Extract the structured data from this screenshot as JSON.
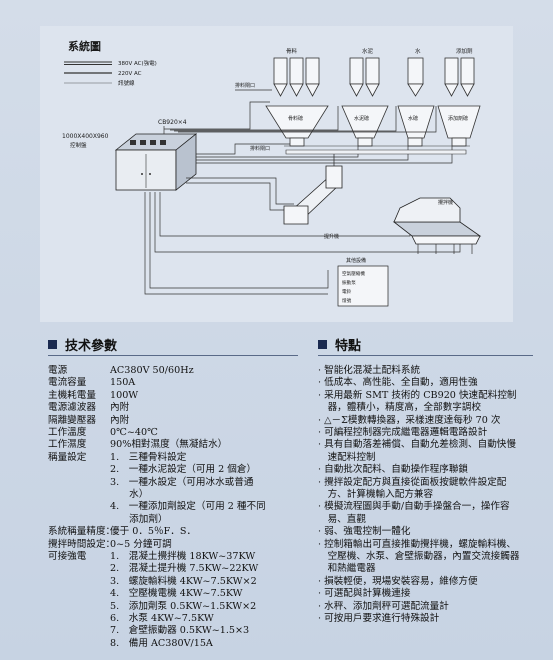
{
  "diagram": {
    "title": "系統圖",
    "legend": [
      {
        "label": "380V AC(強電)",
        "style": "double"
      },
      {
        "label": "220V AC",
        "style": "single"
      },
      {
        "label": "訊號線",
        "style": "thin"
      }
    ],
    "controller_size": "1000X400X960",
    "controller_label": "控制盤",
    "cb_label": "CB920×4",
    "feed_port_top": "排料閘口",
    "feed_port_mid": "排料閘口",
    "silo_labels": [
      "骨料",
      "水泥",
      "水",
      "添加劑"
    ],
    "hopper_labels": [
      "骨料磅",
      "水泥磅",
      "水磅",
      "添加劑磅"
    ],
    "lift_label": "提升機",
    "mixer_label": "攪拌機",
    "other_equipment": {
      "title": "其他設備",
      "items": [
        "空氣壓縮機",
        "振動泵",
        "電鈴",
        "燈號"
      ]
    }
  },
  "specs": {
    "heading": "技术參數",
    "rows": [
      {
        "label": "電源",
        "value": "AC380V 50/60Hz"
      },
      {
        "label": "電流容量",
        "value": "150A"
      },
      {
        "label": "主機耗電量",
        "value": "100W"
      },
      {
        "label": "電源濾波器",
        "value": "內附"
      },
      {
        "label": "隔離變壓器",
        "value": "內附"
      },
      {
        "label": "工作溫度",
        "value": "0℃~40℃"
      },
      {
        "label": "工作濕度",
        "value": "90%相對濕度（無凝結水）"
      },
      {
        "label": "稱量設定",
        "value": "1.　三種骨料設定"
      },
      {
        "label": "",
        "value": "2.　一種水泥設定（可用 2 個倉）"
      },
      {
        "label": "",
        "value": "3.　一種水設定（可用冰水或普通"
      },
      {
        "label": "",
        "value": "　　水）"
      },
      {
        "label": "",
        "value": "4.　一種添加劑設定（可用 2 種不同"
      },
      {
        "label": "",
        "value": "　　添加劑）"
      },
      {
        "label": "系統稱量精度：",
        "value": "優于 0．5％F．S．"
      },
      {
        "label": "攪拌時間設定：",
        "value": "0~5 分鐘可調"
      },
      {
        "label": "可接強電",
        "value": "1.　混凝土攪拌機 18KW~37KW"
      },
      {
        "label": "",
        "value": "2.　混凝土提升機 7.5KW~22KW"
      },
      {
        "label": "",
        "value": "3.　螺旋輸料機 4KW~7.5KW×2"
      },
      {
        "label": "",
        "value": "4.　空壓機電機 4KW~7.5KW"
      },
      {
        "label": "",
        "value": "5.　添加劑泵 0.5KW~1.5KW×2"
      },
      {
        "label": "",
        "value": "6.　水泵 4KW~7.5KW"
      },
      {
        "label": "",
        "value": "7.　倉壁振動器 0.5KW~1.5×3"
      },
      {
        "label": "",
        "value": "8.　備用 AC380V/15A"
      }
    ]
  },
  "features": {
    "heading": "特點",
    "lines": [
      "· 智能化混凝土配料系統",
      "· 低成本、高性能、全自動，適用性強",
      "· 采用最新 SMT 技術的 CB920 快速配料控制",
      "　器，體積小，精度高，全部數字調校",
      "· △－Σ模數轉換器，采樣速度達每秒 70 次",
      "· 可編程控制器完成繼電器邏輯電路設計",
      "· 具有自動落差補償、自動允差檢測、自動快慢",
      "　速配料控制",
      "· 自動批次配料、自動操作程序聯鎖",
      "· 攪拌設定配方與直接從面板按鍵軟件設定配",
      "　方、計算機輸入配方兼容",
      "· 模擬流程圖與手動/自動手操盤合一，操作容",
      "　易、直觀",
      "· 弱、強電控制一體化",
      "· 控制箱輸出可直接推動攪拌機，螺旋輸料機、",
      "　空壓機、水泵、倉壁振動器，內置交流接觸器",
      "　和熱繼電器",
      "· 損裝輕便，現場安裝容易，維修方便",
      "· 可選配與計算機連接",
      "· 水秤、添加劑秤可選配流量計",
      "· 可按用戶要求進行特殊設計"
    ]
  }
}
